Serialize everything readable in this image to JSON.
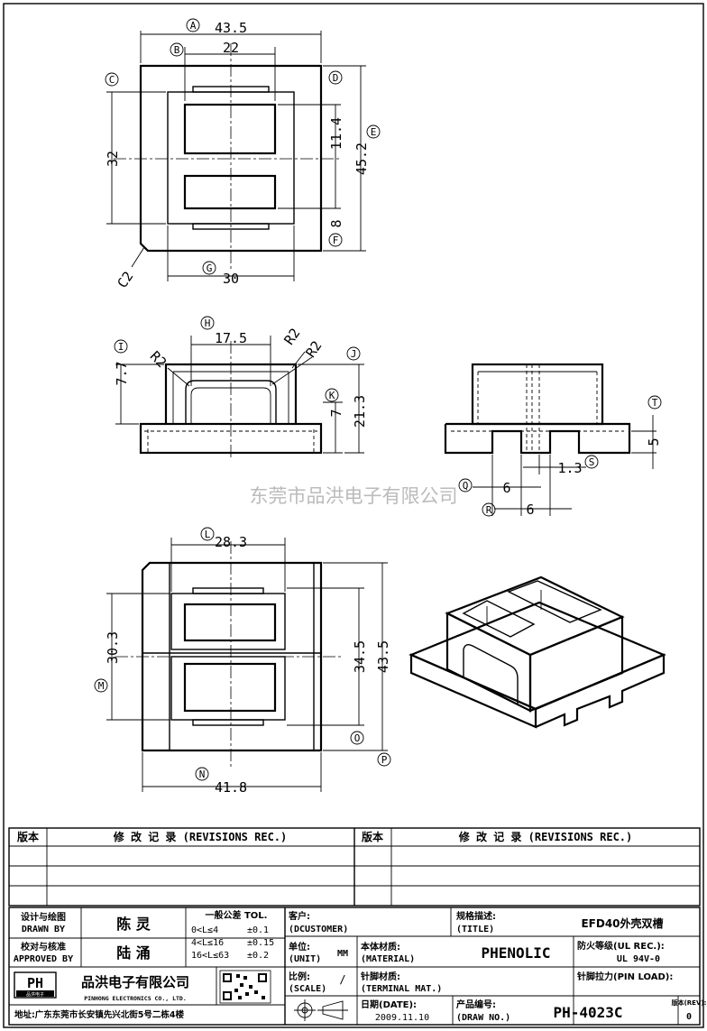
{
  "watermark": "东莞市品洪电子有限公司",
  "top_view": {
    "dims": {
      "a": "43.5",
      "b": "22",
      "c": "32",
      "d": "11.4",
      "e": "45.2",
      "f": "8",
      "g": "30",
      "chamfer": "C2"
    },
    "labels": {
      "a": "A",
      "b": "B",
      "c": "C",
      "d": "D",
      "e": "E",
      "f": "F",
      "g": "G"
    }
  },
  "front_view": {
    "dims": {
      "h": "17.5",
      "i": "7.7",
      "k": "7",
      "j": "21.3",
      "r_left": "R2",
      "r_right1": "R2",
      "r_right2": "R2"
    },
    "labels": {
      "h": "H",
      "i": "I",
      "j": "J",
      "k": "K"
    }
  },
  "side_view": {
    "dims": {
      "t": "5",
      "s": "1.3",
      "q": "6",
      "r": "6"
    },
    "labels": {
      "t": "T",
      "s": "S",
      "q": "Q",
      "r": "R"
    }
  },
  "bottom_view": {
    "dims": {
      "l": "28.3",
      "m": "30.3",
      "n": "41.8",
      "o": "34.5",
      "p": "43.5"
    },
    "labels": {
      "l": "L",
      "m": "M",
      "n": "N",
      "o": "O",
      "p": "P"
    }
  },
  "revisions": {
    "col_version": "版本",
    "col_record": "修 改 记 录 (REVISIONS REC.)",
    "col_version_2": "版本",
    "col_record_2": "修 改 记 录 (REVISIONS REC.)"
  },
  "title_block": {
    "designer_label_cn": "设计与绘图",
    "designer_label_en": "DRAWN BY",
    "designer_name": "陈 灵",
    "approver_label_cn": "校对与核准",
    "approver_label_en": "APPROVED BY",
    "approver_name": "陆 涌",
    "tol_title": "一般公差 TOL.",
    "tol_rows": [
      {
        "range": "0<L≤4",
        "val": "±0.1"
      },
      {
        "range": "4<L≤16",
        "val": "±0.15"
      },
      {
        "range": "16<L≤63",
        "val": "±0.2"
      }
    ],
    "customer_label": "客户:",
    "customer_label_en": "(DCUSTOMER)",
    "title_label": "规格描述:",
    "title_label_en": "(TITLE)",
    "title_value": "EFD40外壳双槽",
    "unit_label": "单位:",
    "unit_label_en": "(UNIT)",
    "unit_value": "MM",
    "material_label": "本体材质:",
    "material_label_en": "(MATERIAL)",
    "material_value": "PHENOLIC",
    "fire_label": "防火等级(UL REC.):",
    "fire_value": "UL 94V-0",
    "scale_label": "比例:",
    "scale_label_en": "(SCALE)",
    "scale_value": "/",
    "terminal_label": "针脚材质:",
    "terminal_label_en": "(TERMINAL MAT.)",
    "pinload_label": "针脚拉力(PIN LOAD):",
    "date_label": "日期(DATE):",
    "date_value": "2009.11.10",
    "drawno_label": "产品编号:",
    "drawno_label_en": "(DRAW NO.)",
    "drawno_value": "PH-4023C",
    "rev_label": "版本(REV):",
    "rev_value": "0",
    "company_cn": "品洪电子有限公司",
    "company_en": "PINHONG ELECTRONICS CO., LTD.",
    "logo_text": "PH",
    "logo_sub": "品洪电子",
    "address": "地址:广东东莞市长安镇先兴北街5号二栋4楼"
  }
}
